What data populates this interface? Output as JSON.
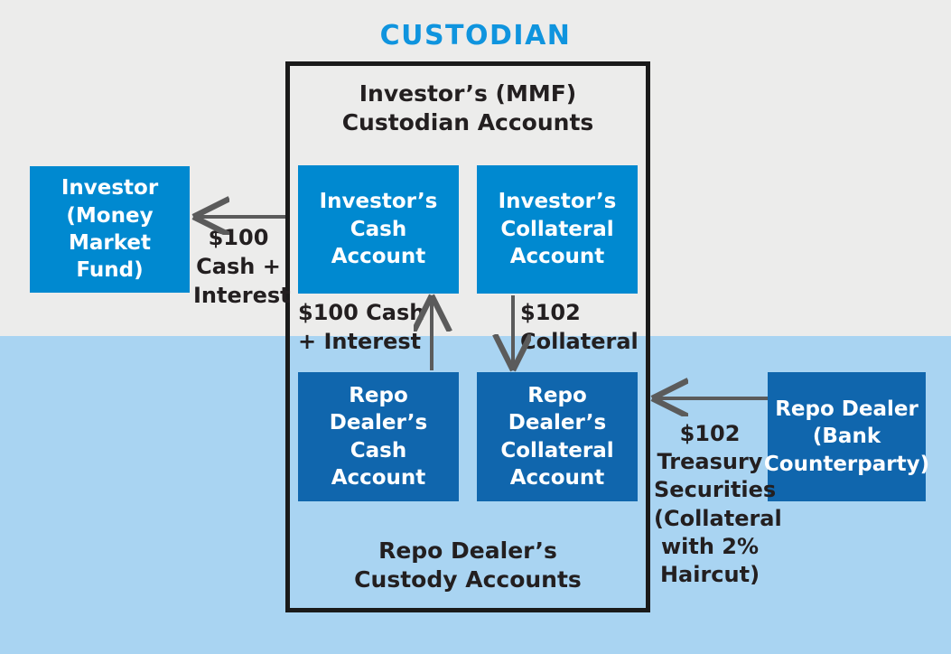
{
  "diagram": {
    "heading": "CUSTODIAN",
    "captions": {
      "top": "Investor’s (MMF)\nCustodian Accounts",
      "bottom": "Repo Dealer’s\nCustody Accounts"
    },
    "colors": {
      "heading_blue": "#0f94de",
      "box_blue_mid": "#0089d0",
      "box_blue_dark": "#1066ad",
      "band_top_gray": "#ececeb",
      "band_bottom_blue": "#a9d4f2",
      "outline_black": "#1a1a1a",
      "arrow_gray": "#5b5b5b",
      "text_dark": "#231f20"
    },
    "boxes": {
      "investor": "Investor\n(Money\nMarket Fund)",
      "investor_cash_account": "Investor’s\nCash\nAccount",
      "investor_collateral_account": "Investor’s\nCollateral\nAccount",
      "repo_dealer_cash_account": "Repo Dealer’s\nCash\nAccount",
      "repo_dealer_collateral_account": "Repo Dealer’s\nCollateral\nAccount",
      "repo_dealer": "Repo Dealer\n(Bank\nCounterparty)"
    },
    "flows": {
      "cash_to_investor": "$100\nCash +\nInterest",
      "cash_up_internal": "$100 Cash\n+ Interest",
      "collateral_down_internal": "$102\nCollateral",
      "treasury_securities": "$102\nTreasury\nSecurities\n(Collateral\nwith 2%\nHaircut)"
    }
  }
}
